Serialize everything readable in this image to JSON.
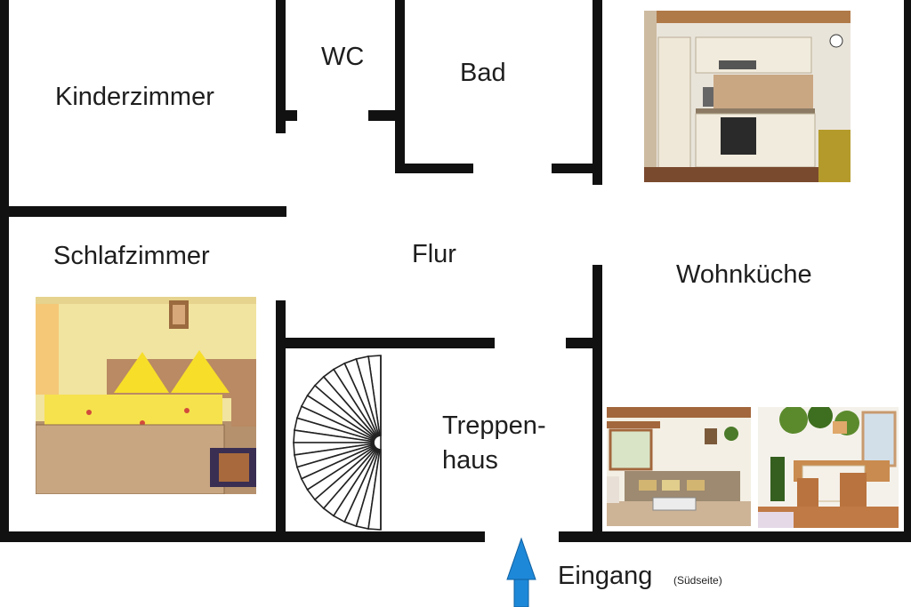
{
  "rooms": {
    "kinderzimmer": "Kinderzimmer",
    "wc": "WC",
    "bad": "Bad",
    "schlafzimmer": "Schlafzimmer",
    "flur": "Flur",
    "wohnkueche": "Wohnküche",
    "treppenhaus_line1": "Treppen-",
    "treppenhaus_line2": "haus"
  },
  "entrance": {
    "label": "Eingang",
    "sublabel": "(Südseite)",
    "arrow_icon": "arrow-up-icon",
    "arrow_color": "#1e88d8"
  },
  "photos": [
    "kitchen-photo",
    "bedroom-photo",
    "living-room-photo",
    "dining-corner-photo"
  ],
  "colors": {
    "wall": "#111111",
    "background": "#ffffff"
  }
}
